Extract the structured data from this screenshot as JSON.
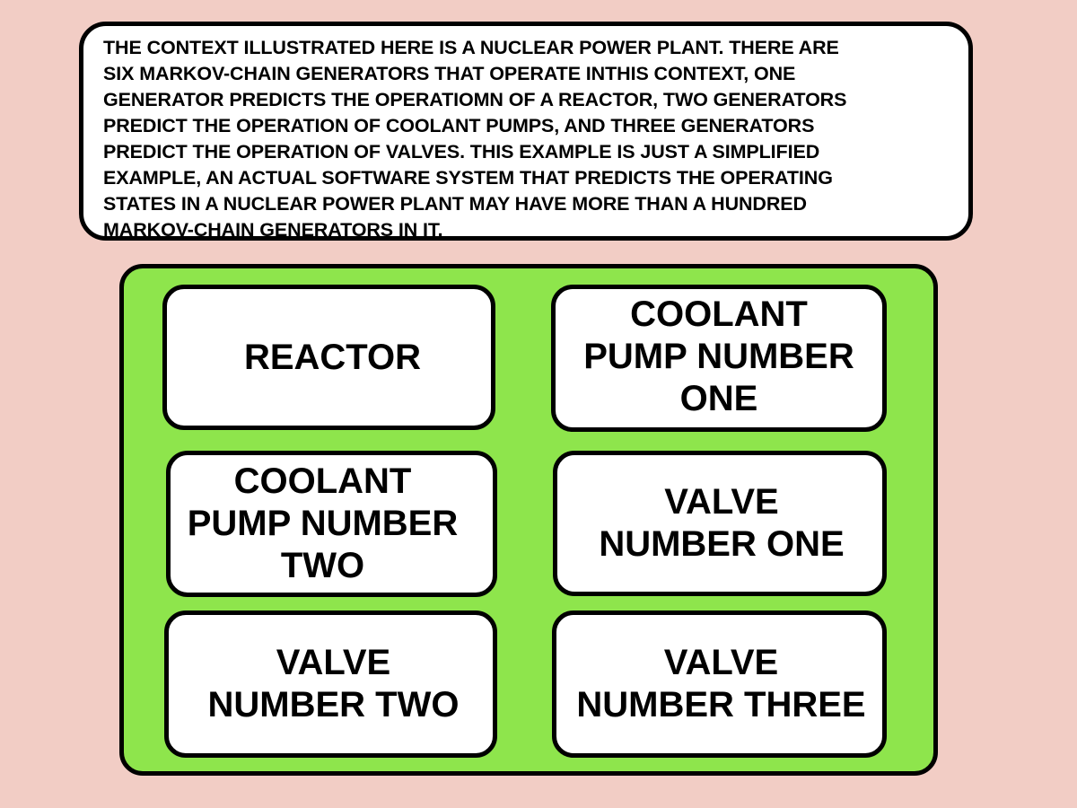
{
  "context": {
    "text": "THE CONTEXT ILLUSTRATED HERE IS A NUCLEAR POWER PLANT. THERE ARE\nSIX MARKOV-CHAIN GENERATORS THAT OPERATE INTHIS CONTEXT, ONE\nGENERATOR PREDICTS THE OPERATIOMN OF A REACTOR, TWO GENERATORS\nPREDICT THE OPERATION OF COOLANT PUMPS, AND THREE GENERATORS\nPREDICT THE OPERATION OF VALVES. THIS EXAMPLE IS JUST A SIMPLIFIED\nEXAMPLE, AN ACTUAL SOFTWARE SYSTEM THAT PREDICTS THE OPERATING\nSTATES IN A NUCLEAR POWER PLANT MAY HAVE MORE THAN A HUNDRED\nMARKOV-CHAIN GENERATORS IN IT."
  },
  "generators": {
    "reactor": "REACTOR",
    "coolant_pump_one": "COOLANT\nPUMP NUMBER\nONE",
    "coolant_pump_two": "COOLANT\nPUMP NUMBER\nTWO",
    "valve_one": "VALVE\nNUMBER ONE",
    "valve_two": "VALVE\nNUMBER TWO",
    "valve_three": "VALVE\nNUMBER THREE"
  },
  "colors": {
    "background": "#f2cdc5",
    "panel": "#8ee54c",
    "box": "#ffffff",
    "border": "#000000"
  }
}
